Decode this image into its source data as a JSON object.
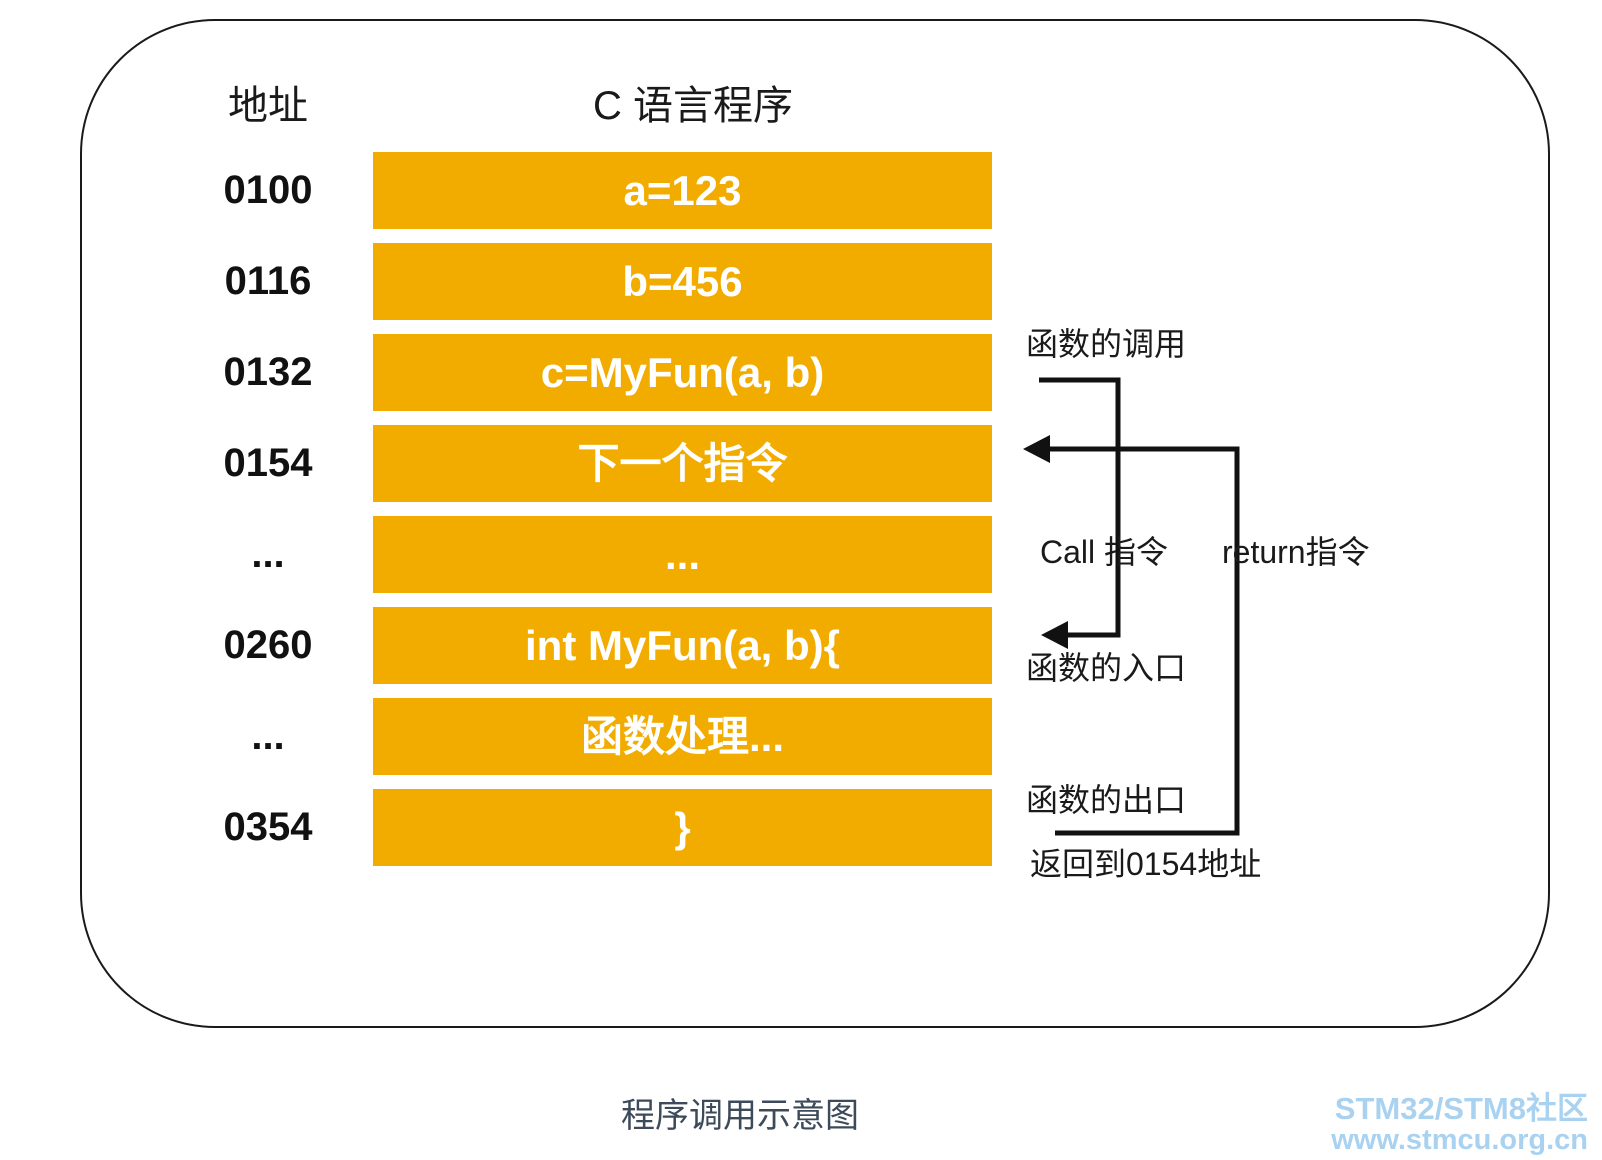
{
  "header": {
    "address_col": "地址",
    "program_col": "C 语言程序"
  },
  "rows": [
    {
      "address": "0100",
      "code": "a=123"
    },
    {
      "address": "0116",
      "code": "b=456"
    },
    {
      "address": "0132",
      "code": "c=MyFun(a, b)"
    },
    {
      "address": "0154",
      "code": "下一个指令"
    },
    {
      "address": "...",
      "code": "..."
    },
    {
      "address": "0260",
      "code": "int MyFun(a, b){"
    },
    {
      "address": "...",
      "code": "函数处理..."
    },
    {
      "address": "0354",
      "code": "}"
    }
  ],
  "annotations": {
    "function_call": "函数的调用",
    "call_instruction": "Call 指令",
    "return_instruction": "return指令",
    "function_entry": "函数的入口",
    "function_exit": "函数的出口",
    "return_to_address": "返回到0154地址"
  },
  "caption": "程序调用示意图",
  "watermark": {
    "line1": "STM32/STM8社区",
    "line2": "www.stmcu.org.cn"
  },
  "colors": {
    "bar_fill": "#F2AC00",
    "bar_text": "#FFFFFF",
    "text": "#1A1A1A",
    "caption_text": "#3D4A5A",
    "watermark_text": "#A9D2F0",
    "arrow_line": "#111111"
  }
}
